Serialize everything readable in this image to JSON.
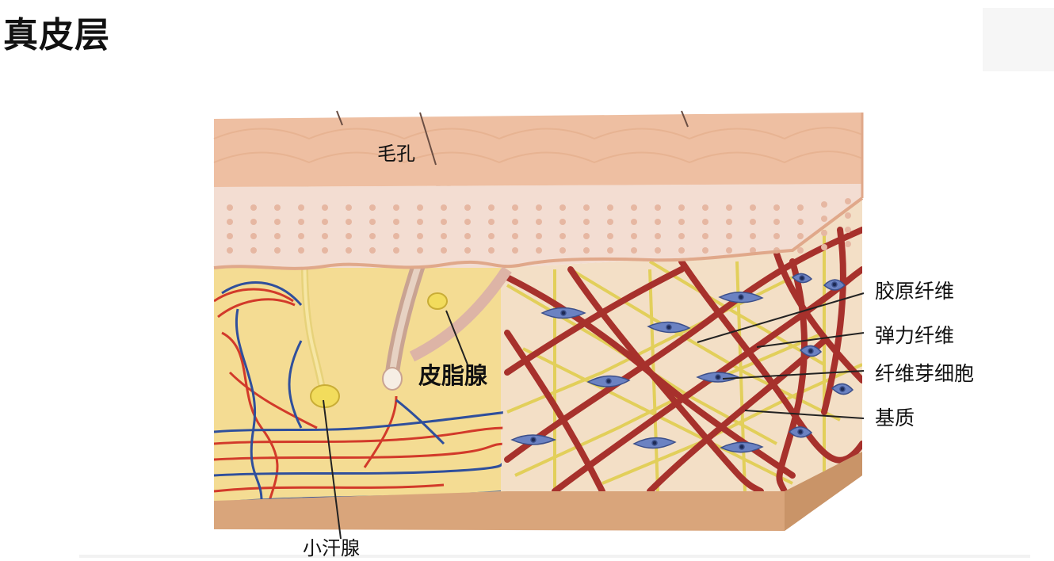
{
  "page_title": "真皮层",
  "labels": {
    "pore": "毛孔",
    "sebaceous_gland": "皮脂腺",
    "sweat_gland": "小汗腺",
    "collagen_fiber": "胶原纤维",
    "elastic_fiber": "弹力纤维",
    "fibroblast": "纤维芽细胞",
    "ground_substance": "基质"
  },
  "colors": {
    "epidermis": "#eebfa2",
    "epidermis_shade": "#e0a88a",
    "stratum": "#f3ddd2",
    "dermis_left": "#f4dc93",
    "dermis_right": "#f3dfc6",
    "collagen": "#a7312c",
    "elastic": "#e2cf5a",
    "fibroblast": "#6b82c2",
    "artery": "#d23a2a",
    "vein": "#2f4f9c",
    "base": "#d9a57b"
  }
}
